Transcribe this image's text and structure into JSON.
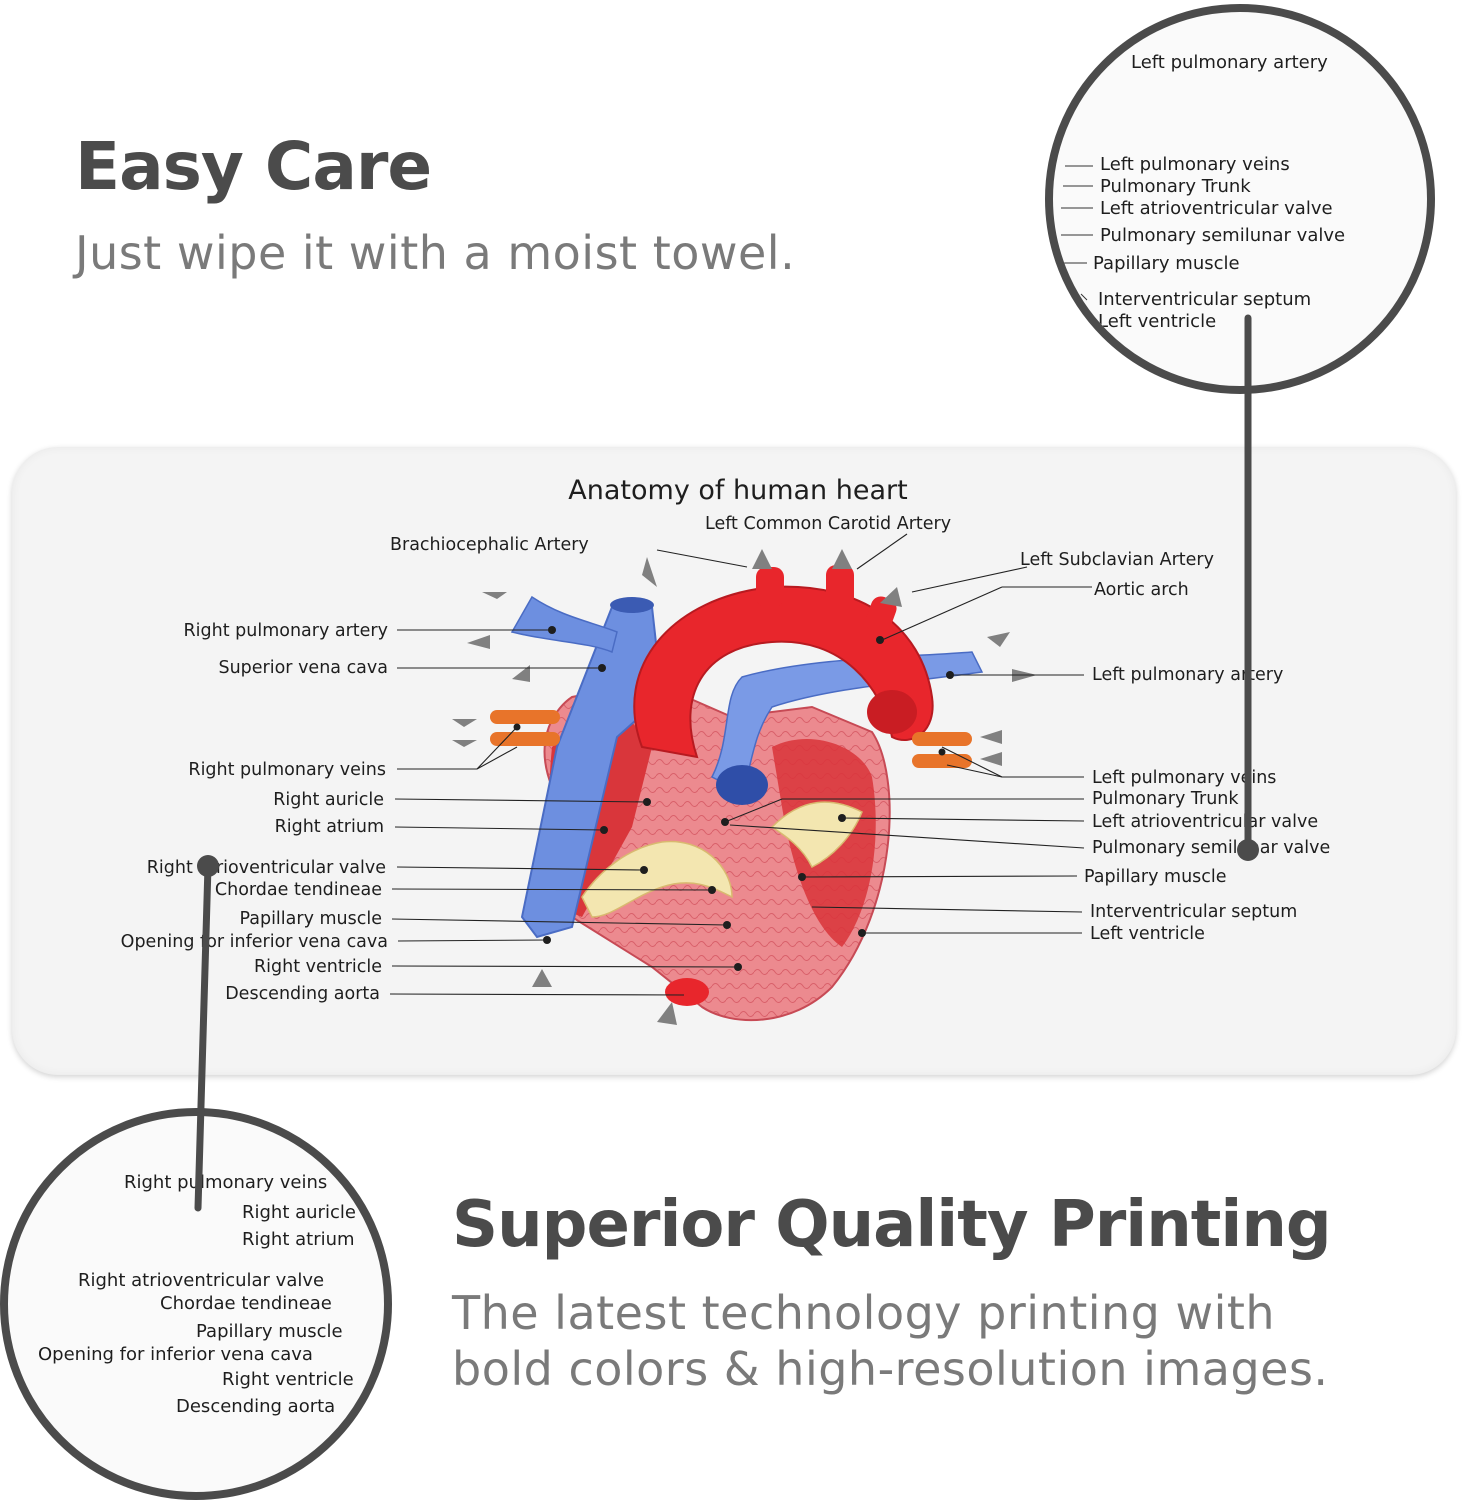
{
  "easy_care": {
    "title": "Easy Care",
    "subtitle": "Just wipe it with a moist towel."
  },
  "quality": {
    "title": "Superior Quality Printing",
    "subtitle_line1": "The latest technology printing with",
    "subtitle_line2": "bold colors & high-resolution images."
  },
  "diagram": {
    "title": "Anatomy of human heart",
    "top_labels": {
      "brachiocephalic": "Brachiocephalic Artery",
      "left_common_carotid": "Left Common Carotid Artery",
      "left_subclavian": "Left Subclavian Artery",
      "aortic_arch": "Aortic arch"
    },
    "left_labels": [
      "Right pulmonary artery",
      "Superior vena cava",
      "Right pulmonary veins",
      "Right auricle",
      "Right atrium",
      "Right atrioventricular valve",
      "Chordae tendineae",
      "Papillary muscle",
      "Opening for inferior vena cava",
      "Right ventricle",
      "Descending aorta"
    ],
    "right_labels": [
      "Left pulmonary artery",
      "Left pulmonary veins",
      "Pulmonary Trunk",
      "Left atrioventricular valve",
      "Pulmonary semilunar valve",
      "Papillary muscle",
      "Interventricular septum",
      "Left ventricle"
    ],
    "colors": {
      "artery_red": "#e8262c",
      "vein_blue": "#6d8fe0",
      "muscle_pink": "#e87a80",
      "valve_cream": "#f3e6b0",
      "mat_background": "#f4f4f4",
      "accent_dark": "#4b4b4b"
    }
  },
  "zoom_top_right": {
    "lines": [
      "Left pulmonary artery",
      "Left pulmonary veins",
      "Pulmonary Trunk",
      "Left atrioventricular valve",
      "Pulmonary semilunar valve",
      "Papillary muscle",
      "Interventricular septum",
      "Left ventricle"
    ]
  },
  "zoom_bottom_left": {
    "lines": [
      "Right pulmonary veins",
      "Right auricle",
      "Right atrium",
      "Right atrioventricular valve",
      "Chordae tendineae",
      "Papillary muscle",
      "Opening for inferior vena cava",
      "Right ventricle",
      "Descending aorta"
    ]
  }
}
